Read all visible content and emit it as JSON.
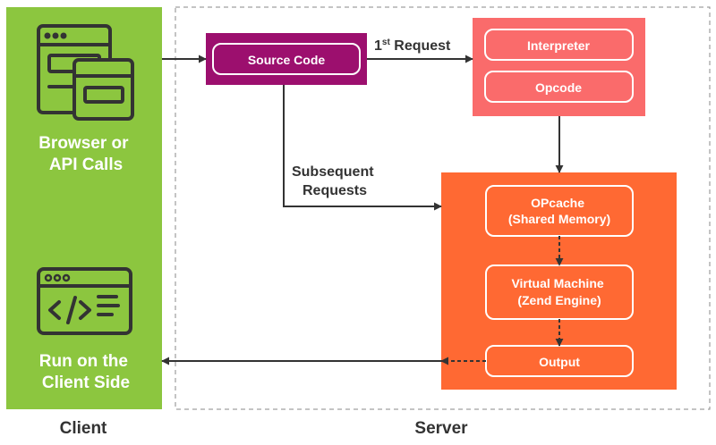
{
  "client": {
    "panel_label": "Client",
    "top_caption": [
      "Browser or",
      "API Calls"
    ],
    "bottom_caption": [
      "Run on the",
      "Client Side"
    ]
  },
  "server": {
    "panel_label": "Server",
    "source_code": "Source Code",
    "first_request": {
      "number": "1",
      "suffix": "st",
      "text": " Request"
    },
    "subsequent_requests": [
      "Subsequent",
      "Requests"
    ],
    "interpreter": "Interpreter",
    "opcode": "Opcode",
    "opcache": [
      "OPcache",
      "(Shared Memory)"
    ],
    "virtual_machine": [
      "Virtual Machine",
      "(Zend Engine)"
    ],
    "output": "Output"
  },
  "colors": {
    "client_green": "#8cc63f",
    "source_purple": "#9c0f6e",
    "interp_salmon": "#fa6b6b",
    "engine_orange": "#ff6933",
    "arrow": "#333333",
    "icon": "#333333"
  }
}
